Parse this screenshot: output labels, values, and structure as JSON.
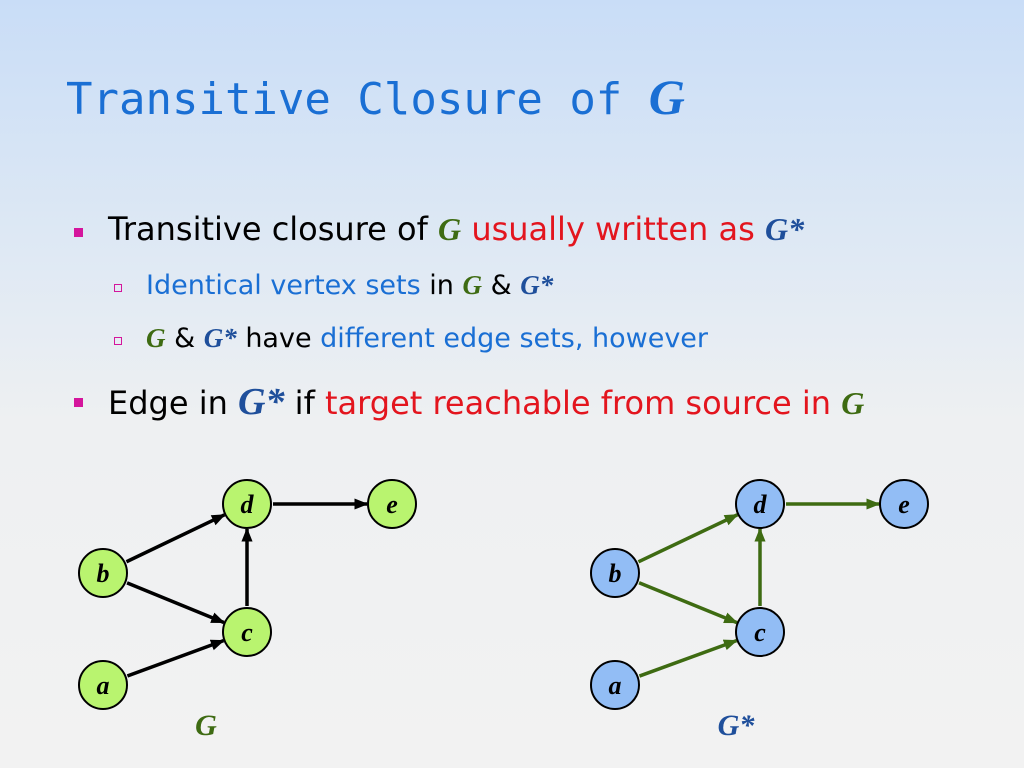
{
  "title": {
    "text": "Transitive Closure of ",
    "var": "G"
  },
  "bullets": [
    {
      "parts": [
        {
          "text": "Transitive closure of ",
          "style": "plain"
        },
        {
          "text": "G",
          "style": "var-green"
        },
        {
          "text": " usually written as ",
          "style": "red"
        },
        {
          "text": "G*",
          "style": "var-navy"
        }
      ],
      "sub": [
        {
          "parts": [
            {
              "text": "Identical vertex sets",
              "style": "blue"
            },
            {
              "text": " in ",
              "style": "plain"
            },
            {
              "text": "G",
              "style": "var-green"
            },
            {
              "text": " & ",
              "style": "plain"
            },
            {
              "text": "G*",
              "style": "var-navy"
            }
          ]
        },
        {
          "parts": [
            {
              "text": "G",
              "style": "var-green"
            },
            {
              "text": " & ",
              "style": "plain"
            },
            {
              "text": "G*",
              "style": "var-navy"
            },
            {
              "text": " have ",
              "style": "plain"
            },
            {
              "text": "different edge sets, however",
              "style": "blue"
            }
          ]
        }
      ]
    },
    {
      "parts": [
        {
          "text": "Edge in ",
          "style": "plain"
        },
        {
          "text": "G*",
          "style": "var-navy-big"
        },
        {
          "text": " if ",
          "style": "plain"
        },
        {
          "text": "target reachable from source in ",
          "style": "red"
        },
        {
          "text": "G",
          "style": "var-green"
        }
      ],
      "sub": []
    }
  ],
  "graphs": [
    {
      "caption": "G",
      "caption_color": "#3e6b12",
      "node_fill": "#b9f46f",
      "edge_color": "#000000",
      "nodes": [
        "a",
        "b",
        "c",
        "d",
        "e"
      ],
      "edges": [
        [
          "b",
          "d"
        ],
        [
          "b",
          "c"
        ],
        [
          "a",
          "c"
        ],
        [
          "c",
          "d"
        ],
        [
          "d",
          "e"
        ]
      ]
    },
    {
      "caption": "G*",
      "caption_color": "#1f4f9b",
      "node_fill": "#92bdf5",
      "edge_color": "#3e6b12",
      "nodes": [
        "a",
        "b",
        "c",
        "d",
        "e"
      ],
      "edges": [
        [
          "b",
          "d"
        ],
        [
          "b",
          "c"
        ],
        [
          "a",
          "c"
        ],
        [
          "c",
          "d"
        ],
        [
          "d",
          "e"
        ]
      ]
    }
  ]
}
